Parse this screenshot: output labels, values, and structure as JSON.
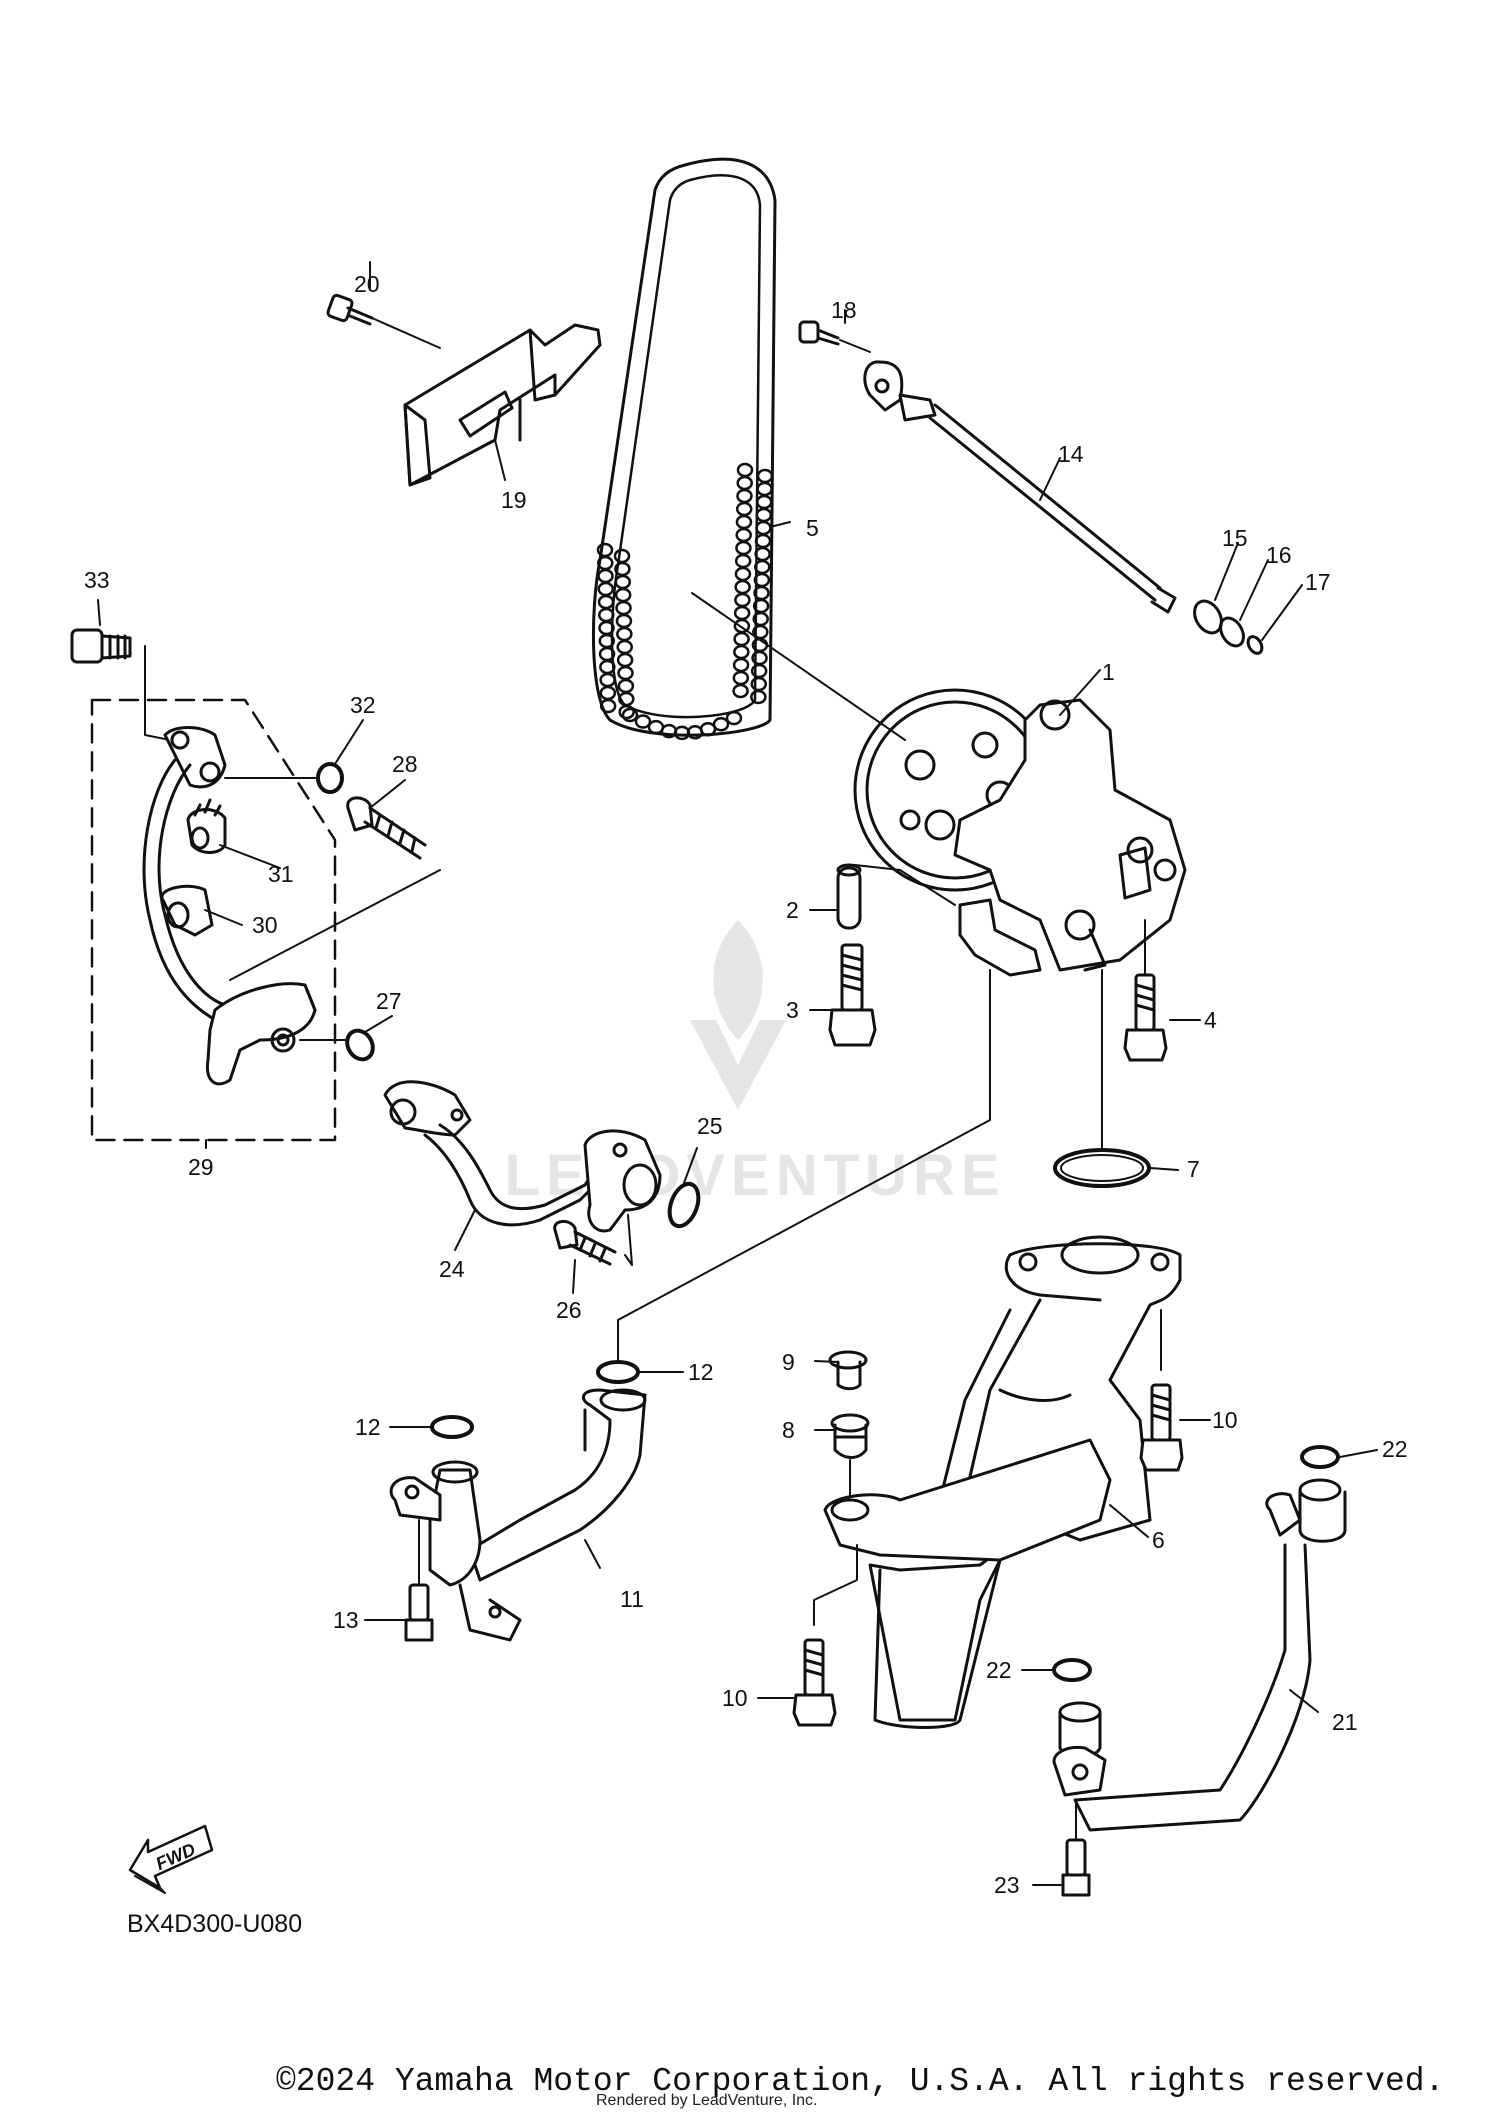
{
  "diagram_code": "BX4D300-U080",
  "copyright": "©2024 Yamaha Motor Corporation, U.S.A. All rights reserved.",
  "rendered_by": "Rendered by LeadVenture, Inc.",
  "watermark": "LEADVENTURE",
  "fwd_label": "FWD",
  "callouts": [
    {
      "id": "c1",
      "text": "1"
    },
    {
      "id": "c2",
      "text": "2"
    },
    {
      "id": "c3",
      "text": "3"
    },
    {
      "id": "c4",
      "text": "4"
    },
    {
      "id": "c5",
      "text": "5"
    },
    {
      "id": "c6",
      "text": "6"
    },
    {
      "id": "c7",
      "text": "7"
    },
    {
      "id": "c8",
      "text": "8"
    },
    {
      "id": "c9",
      "text": "9"
    },
    {
      "id": "c10a",
      "text": "10"
    },
    {
      "id": "c10b",
      "text": "10"
    },
    {
      "id": "c11",
      "text": "11"
    },
    {
      "id": "c12a",
      "text": "12"
    },
    {
      "id": "c12b",
      "text": "12"
    },
    {
      "id": "c13",
      "text": "13"
    },
    {
      "id": "c14",
      "text": "14"
    },
    {
      "id": "c15",
      "text": "15"
    },
    {
      "id": "c16",
      "text": "16"
    },
    {
      "id": "c17",
      "text": "17"
    },
    {
      "id": "c18",
      "text": "18"
    },
    {
      "id": "c19",
      "text": "19"
    },
    {
      "id": "c20",
      "text": "20"
    },
    {
      "id": "c21",
      "text": "21"
    },
    {
      "id": "c22a",
      "text": "22"
    },
    {
      "id": "c22b",
      "text": "22"
    },
    {
      "id": "c23",
      "text": "23"
    },
    {
      "id": "c24",
      "text": "24"
    },
    {
      "id": "c25",
      "text": "25"
    },
    {
      "id": "c26",
      "text": "26"
    },
    {
      "id": "c27",
      "text": "27"
    },
    {
      "id": "c28",
      "text": "28"
    },
    {
      "id": "c29",
      "text": "29"
    },
    {
      "id": "c30",
      "text": "30"
    },
    {
      "id": "c31",
      "text": "31"
    },
    {
      "id": "c32",
      "text": "32"
    },
    {
      "id": "c33",
      "text": "33"
    }
  ]
}
